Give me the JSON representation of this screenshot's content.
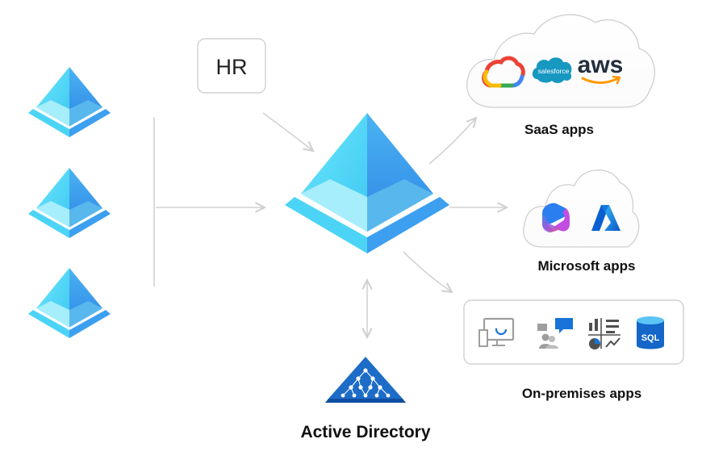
{
  "diagram": {
    "hr_label": "HR",
    "saas_label": "SaaS apps",
    "microsoft_label": "Microsoft apps",
    "onprem_label": "On-premises apps",
    "ad_label": "Active Directory",
    "saas_icons": {
      "salesforce_text": "salesforce",
      "aws_text": "aws"
    },
    "onprem_icons": {
      "sql_text": "SQL"
    }
  },
  "colors": {
    "azure_light": "#5ee0fa",
    "azure_mid": "#3ec7f0",
    "azure_dark": "#2d8ee8",
    "ad_blue": "#1d6cc7",
    "arrow_gray": "#d2d2d2"
  }
}
